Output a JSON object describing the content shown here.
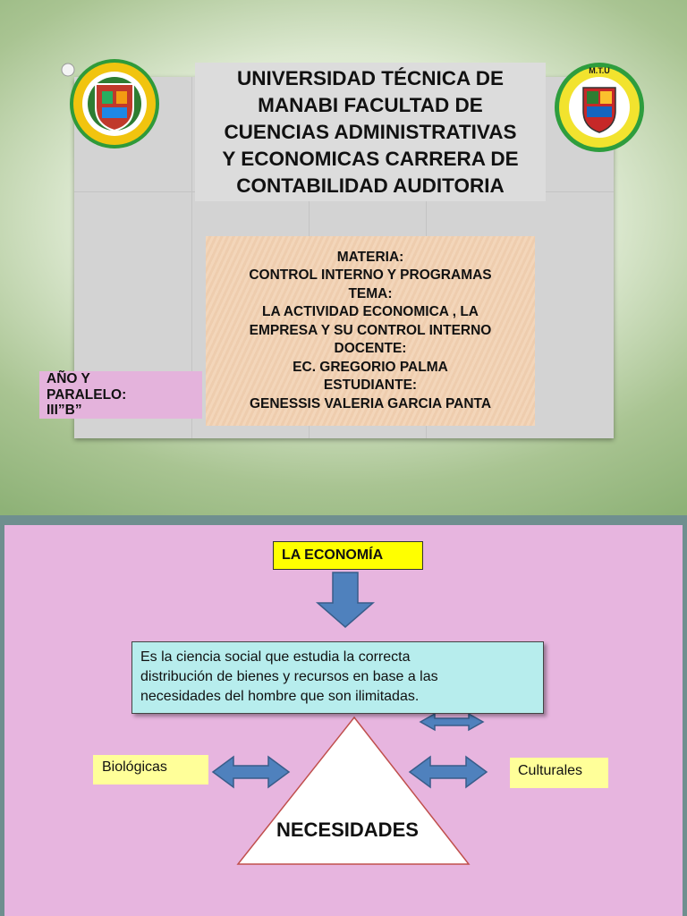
{
  "slide1": {
    "university_title": "UNIVERSIDAD  TÉCNICA  DE\nMANABI  FACULTAD DE\nCUENCIAS ADMINISTRATIVAS\nY ECONOMICAS CARRERA DE\nCONTABILIDAD  AUDITORIA",
    "info_lines": [
      "MATERIA:",
      "CONTROL INTERNO Y PROGRAMAS",
      "TEMA:",
      "LA ACTIVIDAD ECONOMICA , LA",
      "EMPRESA Y SU CONTROL INTERNO",
      "DOCENTE:",
      "EC. GREGORIO PALMA",
      "ESTUDIANTE:",
      "GENESSIS VALERIA GARCIA PANTA"
    ],
    "year_section": "AÑO Y\nPARALELO:\nIII”B”",
    "left_logo": "university-seal-icon",
    "right_logo": "school-crest-icon",
    "right_logo_text": "M.T.U"
  },
  "slide2": {
    "title": "LA ECONOMÍA",
    "definition": "Es  la ciencia social que estudia la correcta\ndistribución de bienes y recursos en base a las\nnecesidades del hombre que son ilimitadas.",
    "left_label": "Biológicas",
    "right_label": "Culturales",
    "center_label": "NECESIDADES"
  },
  "colors": {
    "arrow": "#4f81bd",
    "title_highlight": "#ffff00",
    "definition_bg": "#b7eded",
    "slide2_bg": "#e7b5df",
    "label_bg": "#ffff99",
    "info_bg": "#f2d2b4"
  }
}
